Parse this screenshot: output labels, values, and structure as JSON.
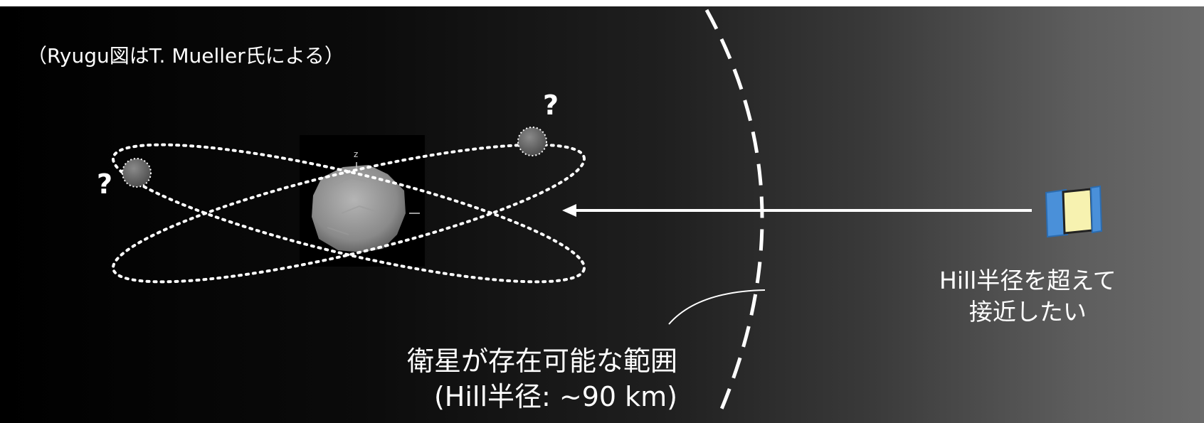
{
  "credit": "（Ryugu図はT. Mueller氏による）",
  "satellite_region": {
    "line1": "衛星が存在可能な範囲",
    "line2": "(Hill半径:  ~90 km)"
  },
  "approach_note": {
    "line1": "Hill半径を超えて",
    "line2": "接近したい"
  },
  "question_mark": "?",
  "asteroid_axis_label": "z",
  "colors": {
    "background_left": "#000000",
    "background_right": "#6b6b6b",
    "foreground": "#ffffff",
    "spacecraft_panel": "#4a90d9",
    "spacecraft_body": "#f7f2b0"
  },
  "icons": [
    "asteroid-ryugu",
    "moon-candidate",
    "spacecraft-icon",
    "arrow-left-icon"
  ]
}
